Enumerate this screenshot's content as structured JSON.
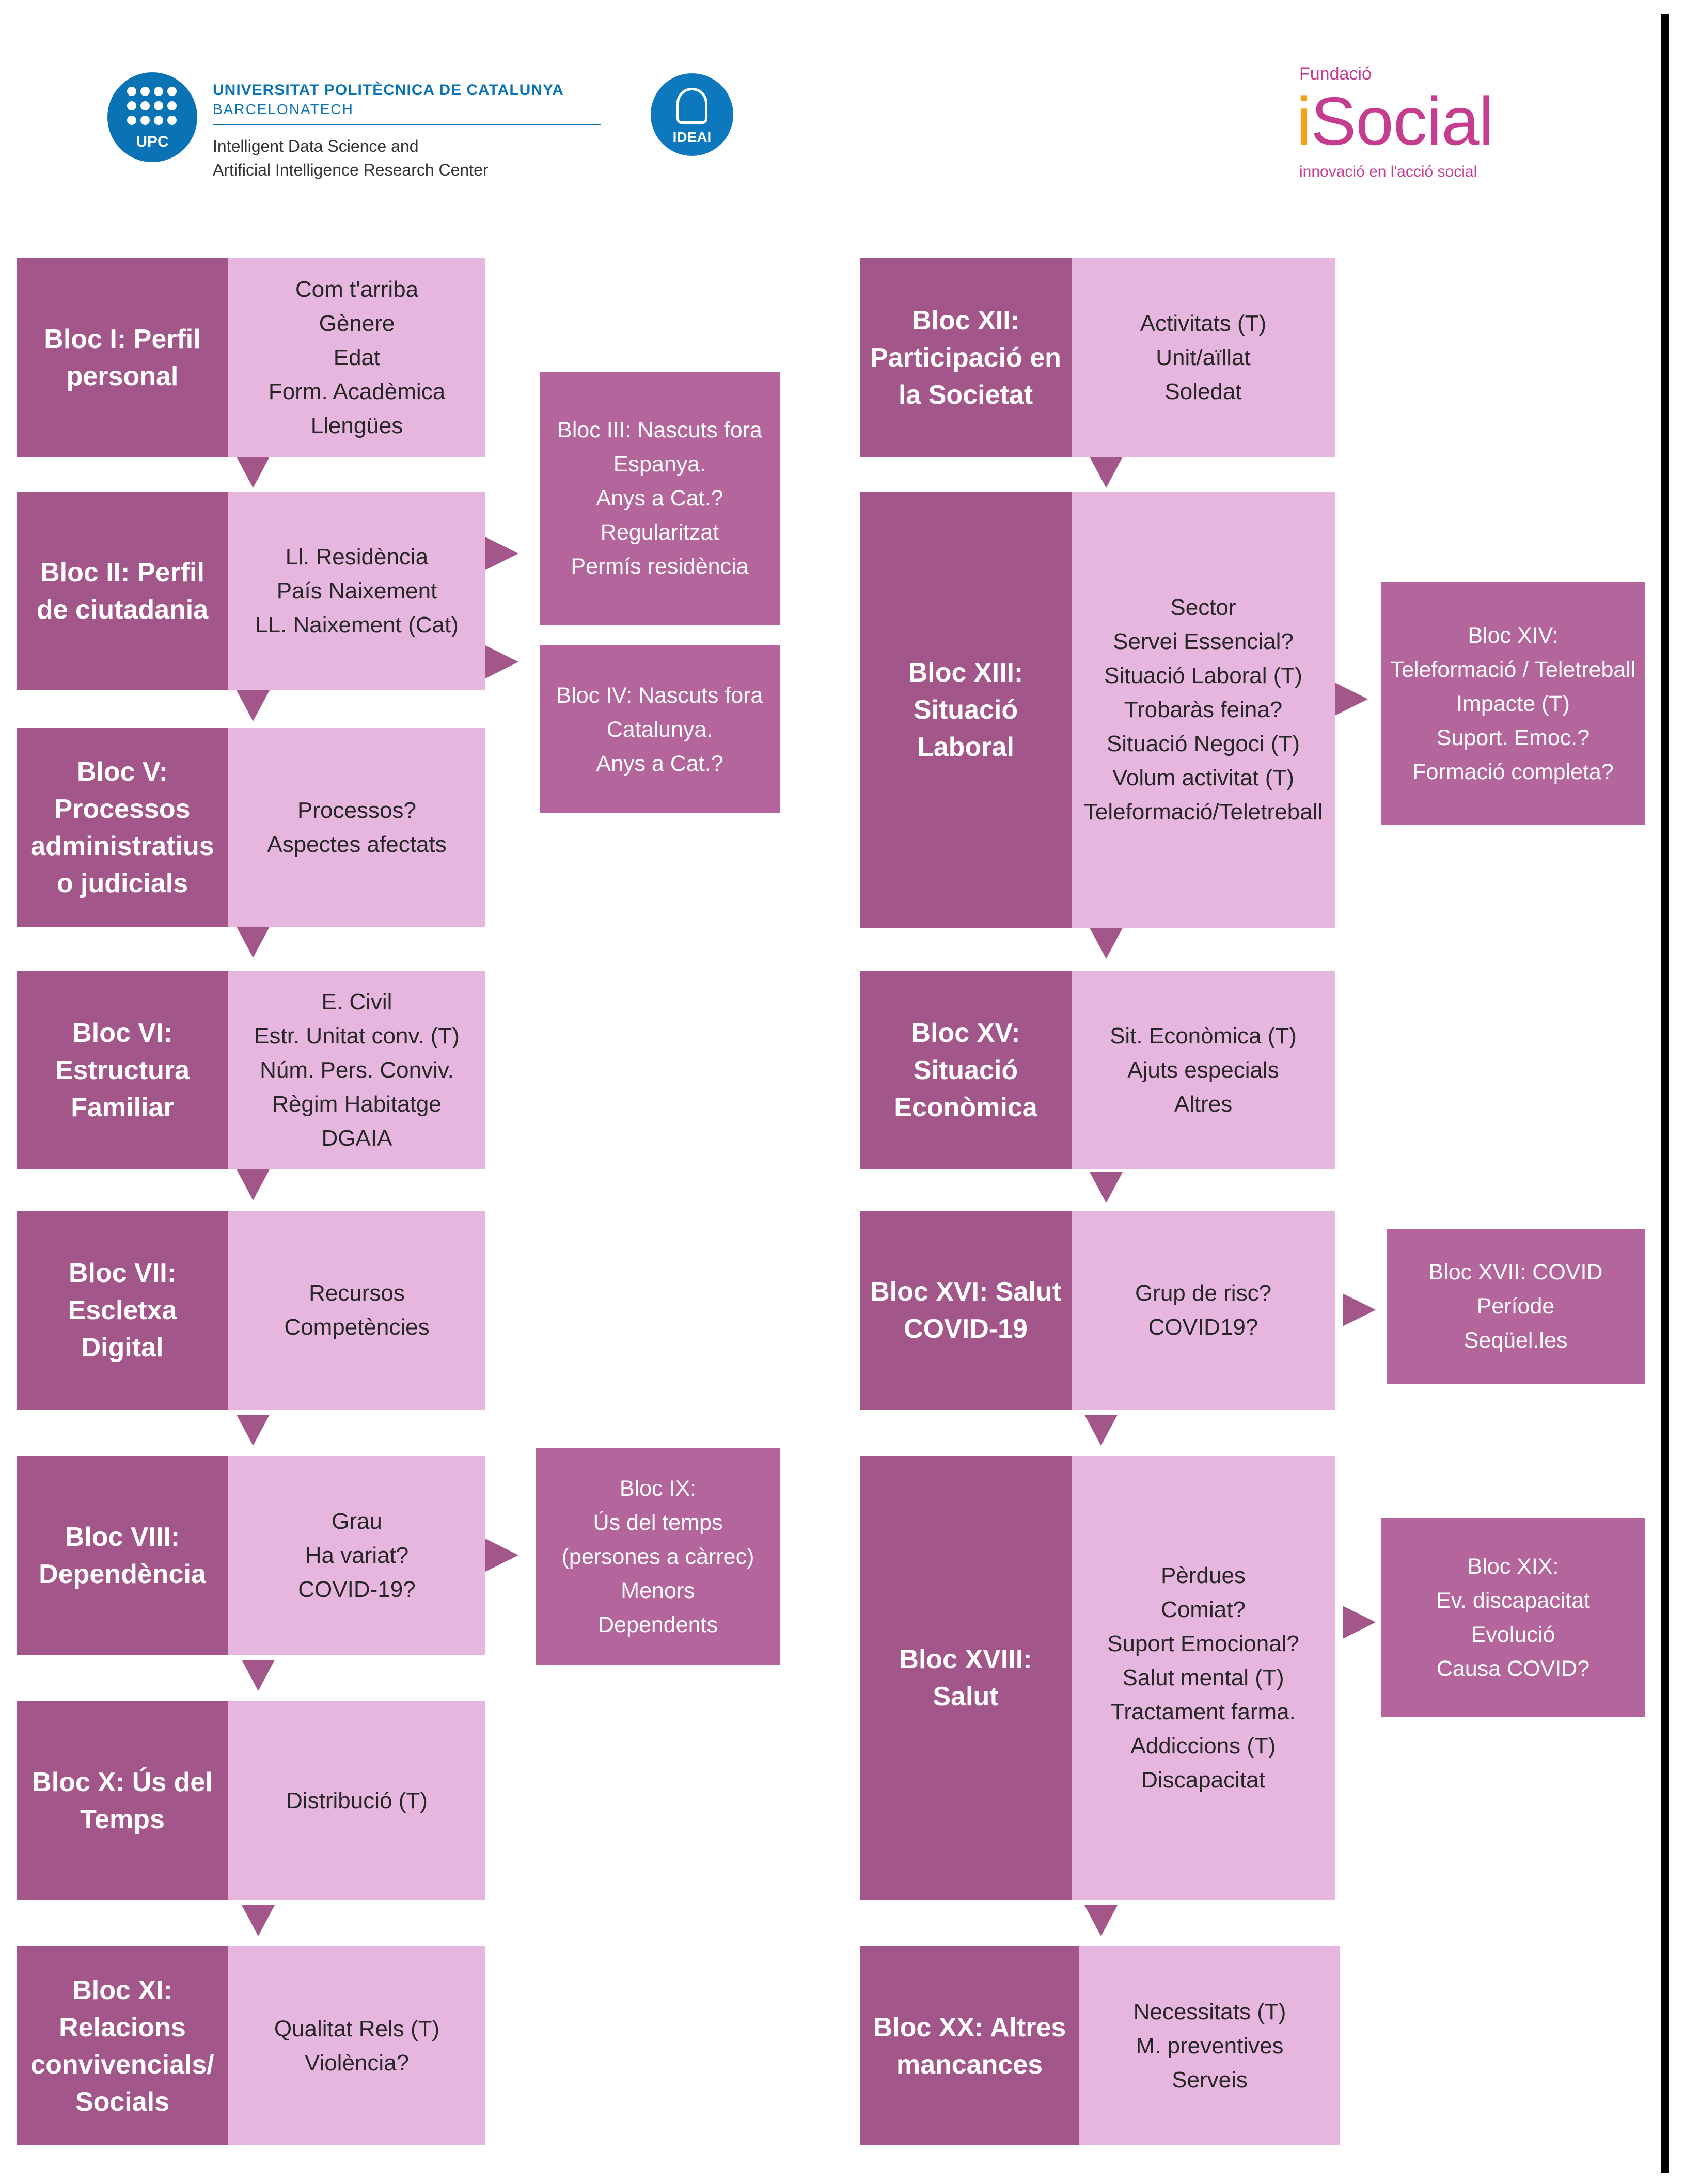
{
  "header": {
    "upc": {
      "badge": "UPC",
      "university": "UNIVERSITAT POLITÈCNICA DE CATALUNYA",
      "barcelonatech": "BARCELONATECH",
      "center": "Intelligent Data Science and\nArtificial Intelligence Research Center"
    },
    "ideai": {
      "badge": "IDEAI"
    },
    "isocial": {
      "fundacio": "Fundació",
      "name_i": "i",
      "name_rest": "Social",
      "tagline": "innovació en l'acció social"
    }
  },
  "colors": {
    "dark": "#a3568a",
    "light": "#e6b6df",
    "side": "#b4669c",
    "upc_blue": "#0a73b6",
    "isocial_magenta": "#c63c8f",
    "isocial_orange": "#f4a21b"
  },
  "blocks": {
    "b1": {
      "title": "Bloc I: Perfil personal",
      "items": "Com t'arriba\nGènere\nEdat\nForm. Acadèmica\nLlengües"
    },
    "b2": {
      "title": "Bloc II: Perfil de ciutadania",
      "items": "Ll. Residència\nPaís Naixement\nLL. Naixement (Cat)"
    },
    "b3": {
      "text": "Bloc III: Nascuts fora Espanya.\nAnys a Cat.?\nRegularitzat\nPermís residència"
    },
    "b4": {
      "text": "Bloc IV: Nascuts fora Catalunya.\nAnys a Cat.?"
    },
    "b5": {
      "title": "Bloc V: Processos administratius o judicials",
      "items": "Processos?\nAspectes afectats"
    },
    "b6": {
      "title": "Bloc VI: Estructura Familiar",
      "items": "E. Civil\nEstr. Unitat conv. (T)\nNúm. Pers. Conviv.\nRègim Habitatge\nDGAIA"
    },
    "b7": {
      "title": "Bloc VII: Escletxa Digital",
      "items": "Recursos\nCompetències"
    },
    "b8": {
      "title": "Bloc VIII: Dependència",
      "items": "Grau\nHa variat?\nCOVID-19?"
    },
    "b9": {
      "text": "Bloc IX:\nÚs del temps (persones a càrrec)\nMenors\nDependents"
    },
    "b10": {
      "title": "Bloc X: Ús del Temps",
      "items": "Distribució (T)"
    },
    "b11": {
      "title": "Bloc XI: Relacions convivencials/ Socials",
      "items": "Qualitat Rels (T)\nViolència?"
    },
    "b12": {
      "title": "Bloc XII: Participació en la Societat",
      "items": "Activitats (T)\nUnit/aïllat\nSoledat"
    },
    "b13": {
      "title": "Bloc XIII: Situació Laboral",
      "items": "Sector\nServei Essencial?\nSituació Laboral (T)\nTrobaràs feina?\nSituació Negoci (T)\nVolum activitat (T)\nTeleformació/Teletreball"
    },
    "b14": {
      "text": "Bloc XIV:\nTeleformació / Teletreball\nImpacte (T)\nSuport. Emoc.?\nFormació completa?"
    },
    "b15": {
      "title": "Bloc XV: Situació Econòmica",
      "items": "Sit. Econòmica (T)\nAjuts especials\nAltres"
    },
    "b16": {
      "title": "Bloc XVI: Salut COVID-19",
      "items": "Grup de risc?\nCOVID19?"
    },
    "b17": {
      "text": "Bloc XVII: COVID\nPeríode\nSeqüel.les"
    },
    "b18": {
      "title": "Bloc XVIII: Salut",
      "items": "Pèrdues\nComiat?\nSuport Emocional?\nSalut mental (T)\nTractament farma.\nAddiccions (T)\nDiscapacitat"
    },
    "b19": {
      "text": "Bloc XIX:\nEv. discapacitat\nEvolució\nCausa COVID?"
    },
    "b20": {
      "title": "Bloc XX: Altres mancances",
      "items": "Necessitats (T)\nM. preventives\nServeis"
    }
  }
}
